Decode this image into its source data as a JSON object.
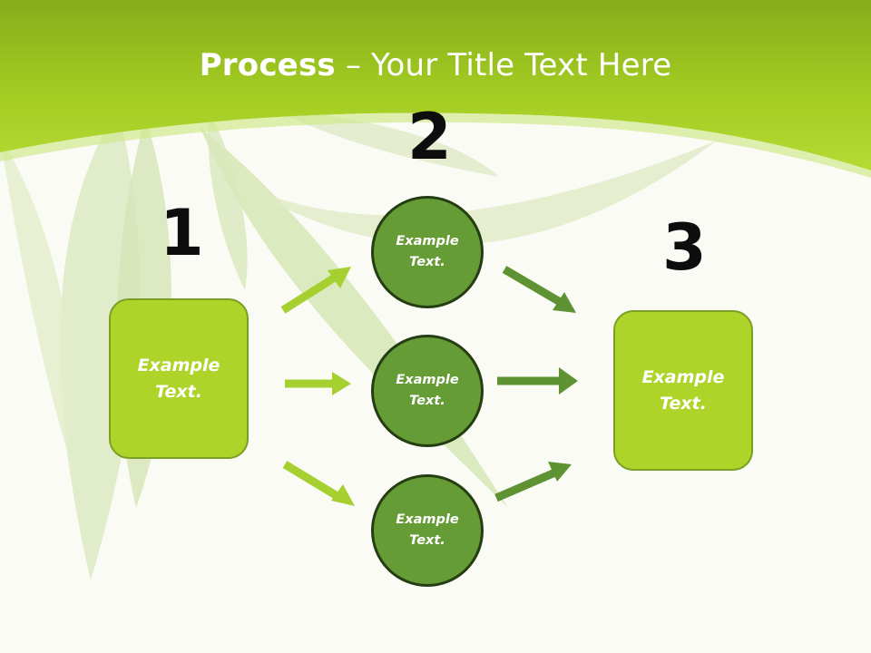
{
  "title": {
    "bold": "Process",
    "rest": " – Your Title Text Here"
  },
  "steps": [
    {
      "number": "1",
      "box_text": "Example\nText."
    },
    {
      "number": "2",
      "circles": [
        "Example\nText.",
        "Example\nText.",
        "Example\nText."
      ]
    },
    {
      "number": "3",
      "box_text": "Example\nText."
    }
  ],
  "colors": {
    "light_green": "#aed42a",
    "dark_green": "#669c36",
    "circle_border": "#253d13",
    "header_green": "#9cc61e"
  }
}
